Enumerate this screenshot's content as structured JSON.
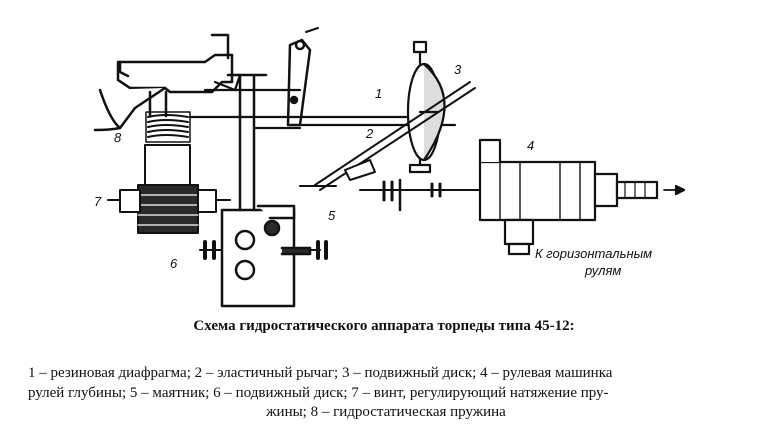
{
  "labels": {
    "l1": "1",
    "l2": "2",
    "l3": "3",
    "l4": "4",
    "l5": "5",
    "l6": "6",
    "l7": "7",
    "l8": "8"
  },
  "annotation": {
    "line1": "К горизонтальным",
    "line2": "рулям"
  },
  "caption": "Схема гидростатического аппарата торпеды типа 45-12:",
  "legend": {
    "line1": "1 – резиновая диафрагма; 2 – эластичный рычаг; 3 – подвижный диск; 4 – рулевая машинка",
    "line2": "рулей глубины;  5 – маятник;  6 – подвижный диск;  7 – винт, регулирующий  натяжение пру-",
    "line3": "жины; 8 – гидростатическая пружина"
  },
  "colors": {
    "ink": "#111111",
    "paper": "#ffffff",
    "shade": "#2a2a2a"
  }
}
